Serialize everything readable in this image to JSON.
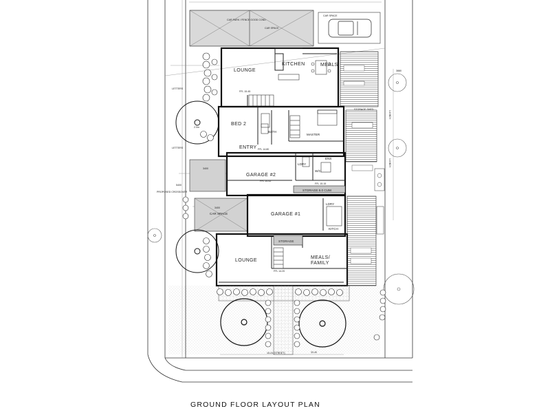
{
  "title": "GROUND FLOOR LAYOUT PLAN",
  "rooms": {
    "lounge_upper": "LOUNGE",
    "kitchen": "KITCHEN",
    "meals_upper": "MEALS",
    "bed2": "BED 2",
    "bath": "BATH",
    "master": "MASTER",
    "entry": "ENTRY",
    "ens": "ENS",
    "ldry_upper": "LDRY",
    "wc": "W/C",
    "garage2": "GARAGE #2",
    "garage1": "GARAGE #1",
    "ldry_lower": "LDRY",
    "kitch_lower": "KITCH",
    "lounge_lower": "LOUNGE",
    "meals_family_1": "MEALS/",
    "meals_family_2": "FAMILY",
    "storage_upper": "STORAGE 6.0 CUM",
    "storage_lower": "STORAGE",
    "car_space_lower": "CAR SPACE",
    "car_space_upper": "CAR SPACE",
    "car_space_top": "CAR SPACE"
  },
  "labels": {
    "letters": "LETTERS",
    "letters2": "LETTERS",
    "prop_crossover": "PROPOSED CROSSOVER",
    "area_2": "2.0m",
    "ffl_lounge_upper": "FFL 15.45",
    "ffl_entry": "FFL 14.80",
    "ffl_garage2": "FFL 14.45",
    "ffl_lower": "FFL 14.20",
    "ffl_ldry": "FFL 15.15",
    "dim_3400": "3400",
    "dim_3400b": "3400",
    "dim_5400": "5400",
    "dim_3880": "3880",
    "dim_33_40": "33.40",
    "side_dim_1": "1.8 BDY",
    "side_dim_2": "1.8 BDY",
    "bottom_dim": "15.24 (STREET)",
    "boundary_top": "CAR PARK / FENCE GOOD COND",
    "storage_shed": "STORAGE SHED"
  }
}
